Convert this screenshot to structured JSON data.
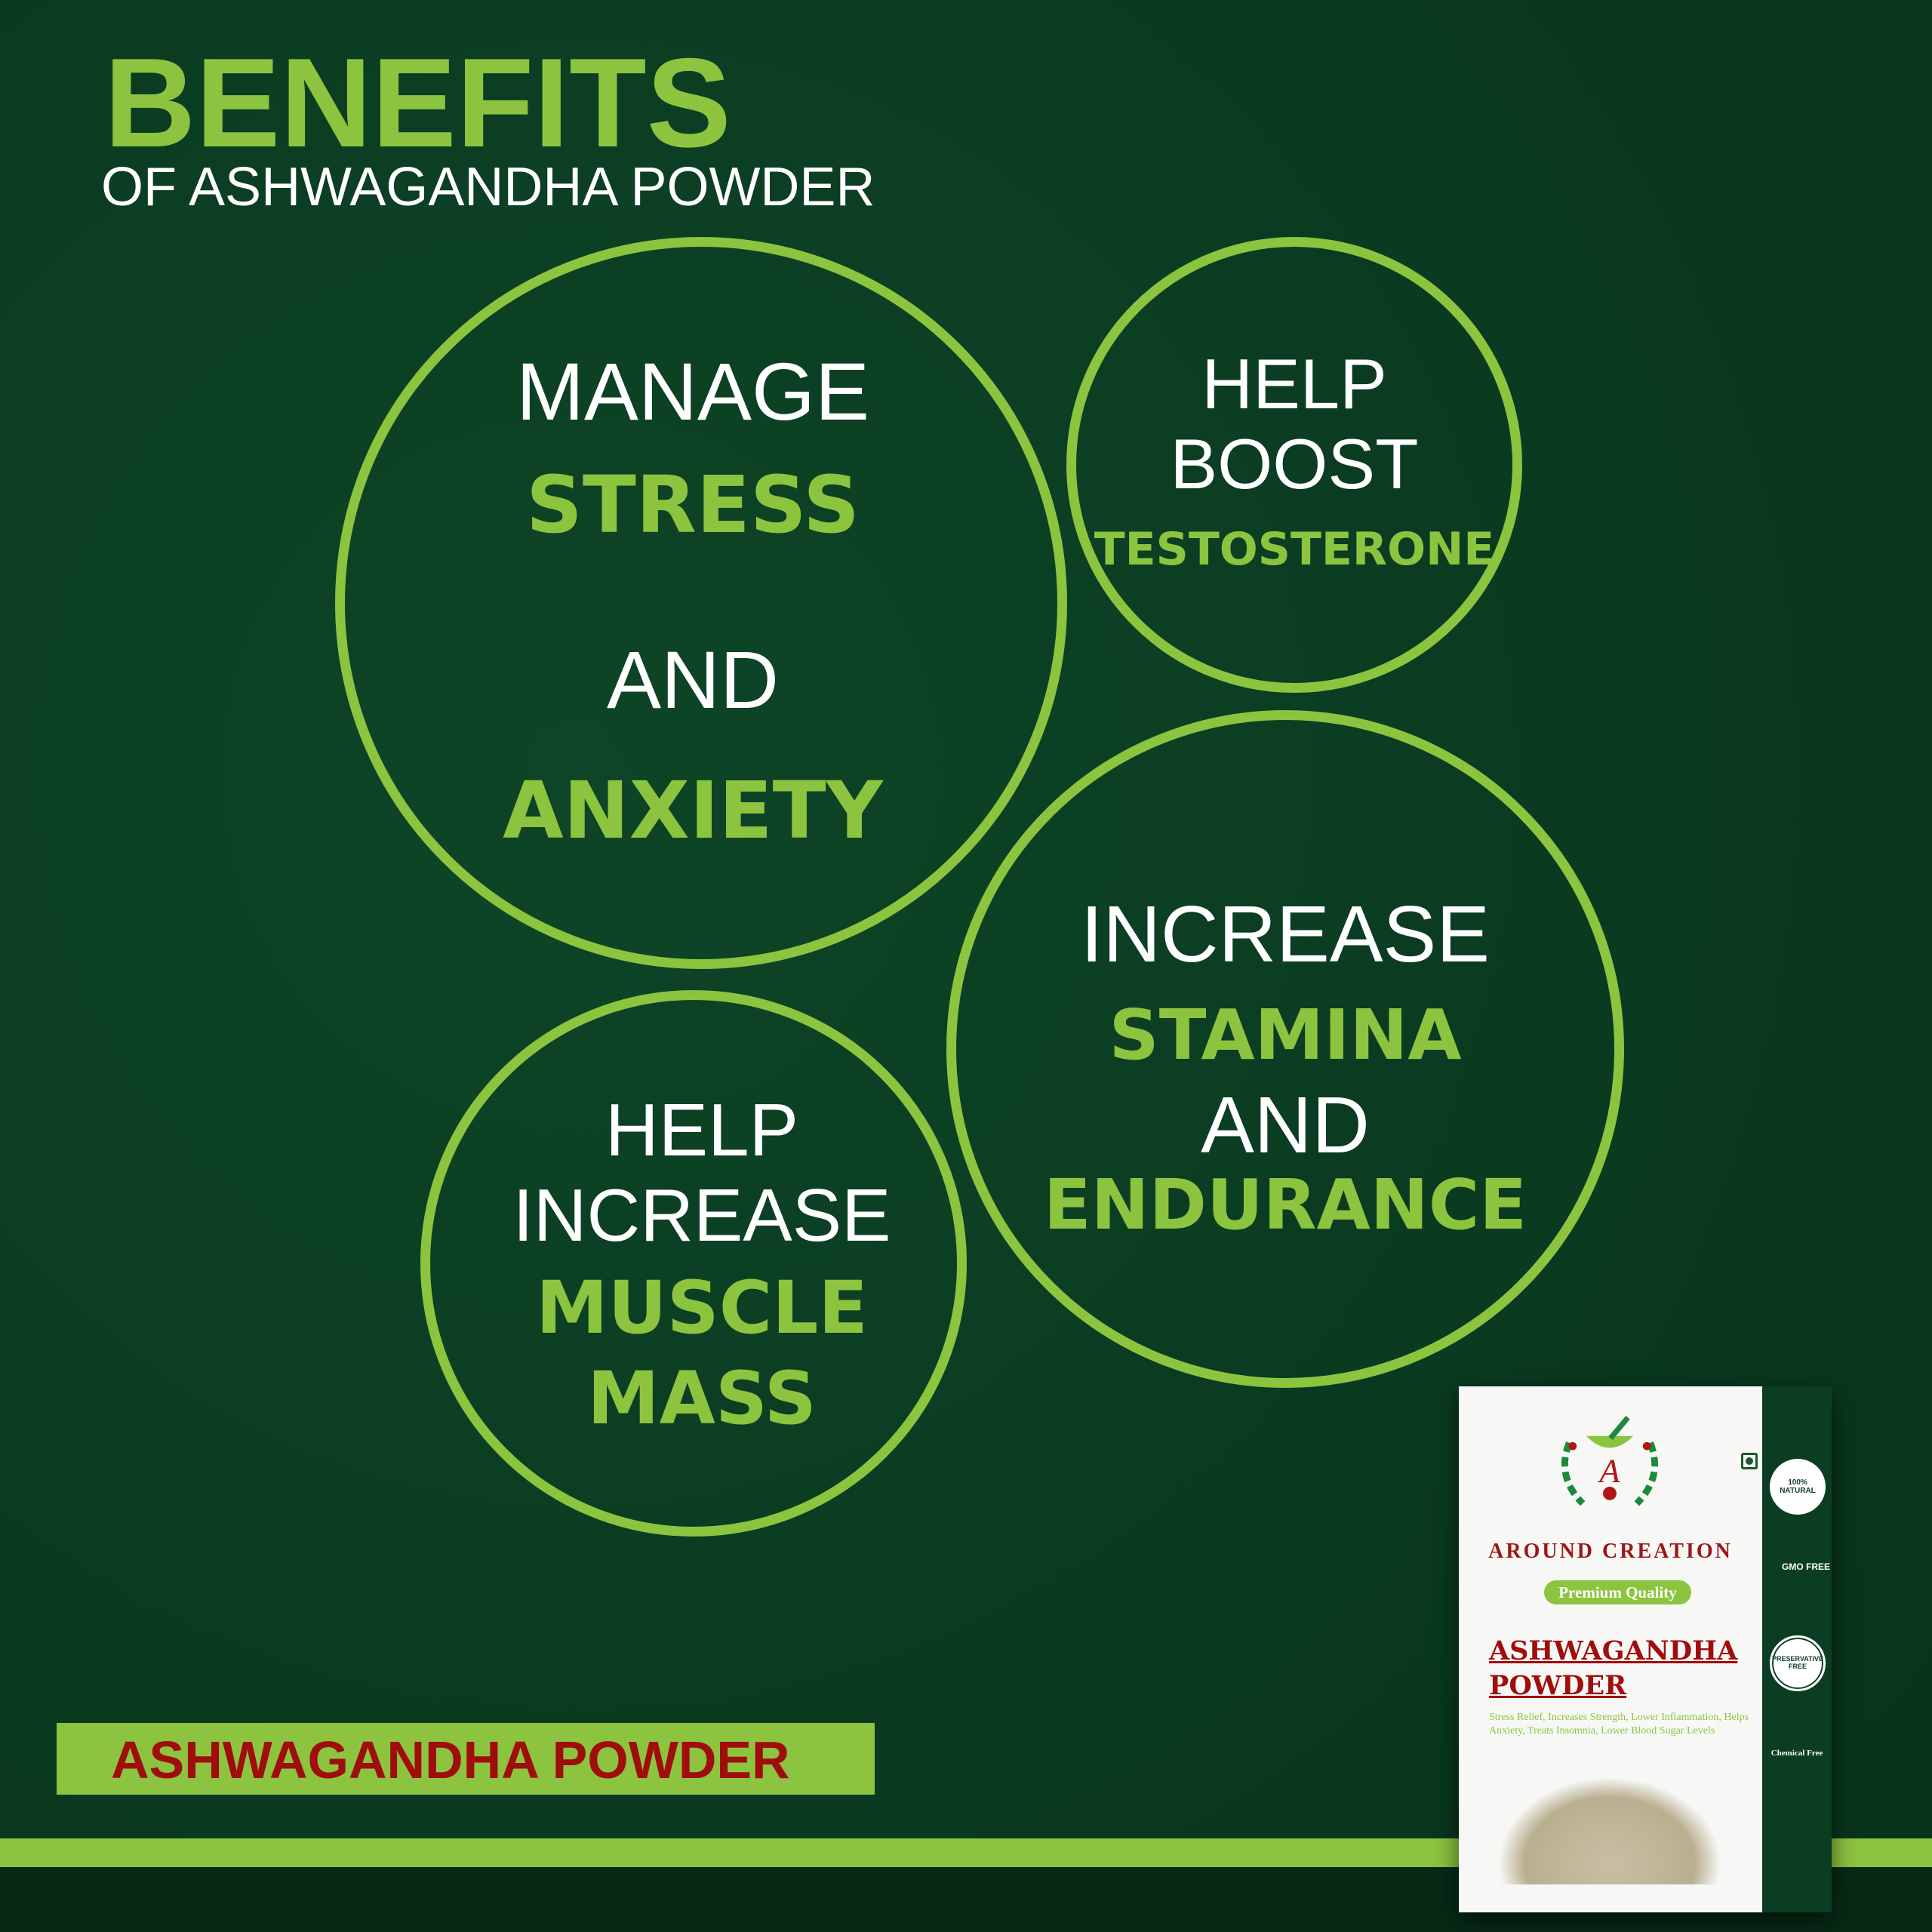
{
  "colors": {
    "background": "#0b3d22",
    "accent": "#8cc43f",
    "label_text": "#a00d0d"
  },
  "header": {
    "title": "BENEFITS",
    "subtitle": "OF ASHWAGANDHA POWDER"
  },
  "circles": [
    {
      "lines": [
        "MANAGE",
        "STRESS",
        "AND",
        "ANXIETY"
      ]
    },
    {
      "lines": [
        "HELP",
        "BOOST",
        "TESTOSTERONE"
      ]
    },
    {
      "lines": [
        "INCREASE",
        "STAMINA",
        "AND",
        "ENDURANCE"
      ]
    },
    {
      "lines": [
        "HELP",
        "INCREASE",
        "MUSCLE",
        "MASS"
      ]
    }
  ],
  "label_bar": {
    "text": "ASHWAGANDHA POWDER"
  },
  "package": {
    "brand": "AROUND CREATION",
    "logo_letter": "A",
    "badge": "Premium Quality",
    "product_line1": "ASHWAGANDHA",
    "product_line2": "POWDER",
    "description": "Stress Relief, Increases Strength, Lower Inflammation, Helps Anxiety, Treats Insomnia, Lower Blood Sugar Levels",
    "icons": [
      {
        "name": "100-natural-icon",
        "label": "100% NATURAL"
      },
      {
        "name": "gmo-free-icon",
        "label": "GMO FREE"
      },
      {
        "name": "preservative-free-icon",
        "label": "PRESERVATIVE FREE"
      },
      {
        "name": "chemical-free-icon",
        "label": "Chemical Free"
      }
    ]
  }
}
